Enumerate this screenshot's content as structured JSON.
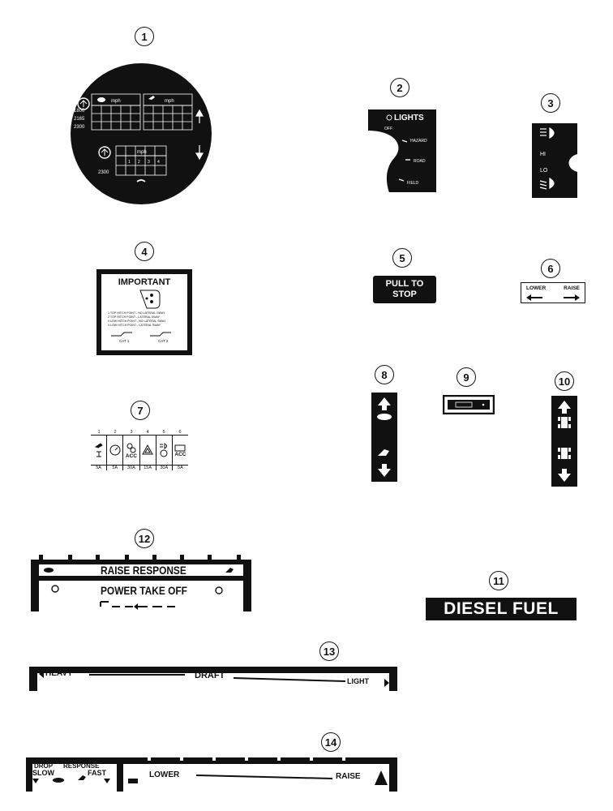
{
  "callouts": {
    "c1": "1",
    "c2": "2",
    "c3": "3",
    "c4": "4",
    "c5": "5",
    "c6": "6",
    "c7": "7",
    "c8": "8",
    "c9": "9",
    "c10": "10",
    "c11": "11",
    "c12": "12",
    "c13": "13",
    "c14": "14"
  },
  "decal1": {
    "mph1": "mph",
    "mph2": "mph",
    "mph3": "mph",
    "rpm": [
      "1800",
      "2165",
      "2300"
    ],
    "rpm_lower": "2300",
    "hi_grid_nums": [
      "1",
      "2",
      "3",
      "4"
    ]
  },
  "decal2": {
    "title": "LIGHTS",
    "off": "OFF",
    "hazard": "HAZARD",
    "road": "ROAD",
    "field": "FIELD"
  },
  "decal3": {
    "hi": "HI",
    "lo": "LO"
  },
  "decal4": {
    "title": "IMPORTANT",
    "lines": [
      "1 TOP HITCH POINT - NO LATERAL SWAY",
      "2 TOP HITCH POINT - LATERAL SWAY",
      "3 LOW HITCH POINT - NO LATERAL SWAY",
      "4 LOW HITCH POINT - LATERAL SWAY"
    ],
    "cat1": "CAT 1",
    "cat2": "CAT 2"
  },
  "decal5": {
    "line1": "PULL TO",
    "line2": "STOP"
  },
  "decal6": {
    "lower": "LOWER",
    "raise": "RAISE"
  },
  "decal7": {
    "numbers": [
      "1",
      "2",
      "3",
      "4",
      "5",
      "6"
    ],
    "acc1": "ACC",
    "acc2": "ACC",
    "amps": [
      "5A",
      "5A",
      "30A",
      "15A",
      "30A",
      "5A"
    ]
  },
  "decal11": {
    "text": "DIESEL FUEL"
  },
  "decal12": {
    "line1": "RAISE RESPONSE",
    "line2": "POWER TAKE OFF"
  },
  "decal13": {
    "heavy": "HEAVY",
    "draft": "DRAFT",
    "light": "LIGHT"
  },
  "decal14": {
    "drop": "DROP",
    "slow": "SLOW",
    "response": "RESPONSE",
    "fast": "FAST",
    "lower": "LOWER",
    "raise": "RAISE"
  },
  "colors": {
    "ink": "#111111",
    "paper": "#ffffff"
  }
}
